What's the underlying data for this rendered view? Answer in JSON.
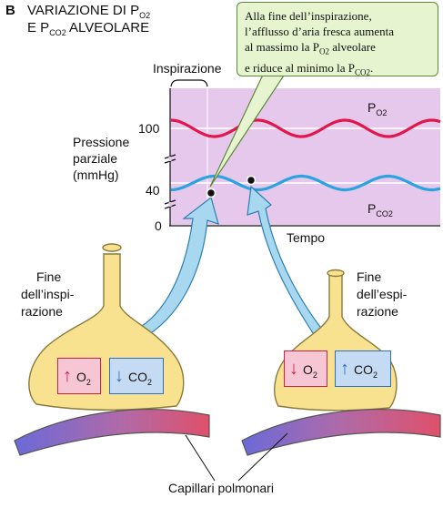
{
  "header": {
    "letter": "B",
    "line1": "VARIAZIONE DI P",
    "line1_sub": "O2",
    "line2": "E P",
    "line2_sub": "CO2",
    "line2_rest": " ALVEOLARE"
  },
  "callout": {
    "l1": "Alla fine dell’inspirazione,",
    "l2": "l’afflusso d’aria fresca aumenta",
    "l3a": "al massimo la P",
    "l3sub": "O2",
    "l3b": " alveolare",
    "l4a": "e riduce al minimo la P",
    "l4sub": "CO2",
    "l4b": "."
  },
  "chart": {
    "inspirazione": "Inspirazione",
    "ylabel": [
      "Pressione",
      "parziale",
      "(mmHg)"
    ],
    "yticks": [
      "100",
      "40",
      "0"
    ],
    "xlabel": "Tempo",
    "po2": "P",
    "po2_sub": "O2",
    "pco2": "P",
    "pco2_sub": "CO2"
  },
  "chart_data": {
    "type": "line",
    "xlabel": "Tempo",
    "ylabel": "Pressione parziale (mmHg)",
    "yticks": [
      0,
      40,
      100
    ],
    "series": [
      {
        "name": "PO2",
        "color": "#e0174a",
        "mean": 100,
        "amplitude": 5
      },
      {
        "name": "PCO2",
        "color": "#2aa3e0",
        "mean": 40,
        "amplitude": 3
      }
    ]
  },
  "left_lung": {
    "label": [
      "Fine",
      "dell’inspi-",
      "razione"
    ],
    "o2": "O",
    "o2_sub": "2",
    "co2": "CO",
    "co2_sub": "2",
    "o2_arrow": "up",
    "co2_arrow": "down"
  },
  "right_lung": {
    "label": [
      "Fine",
      "dell’espi-",
      "razione"
    ],
    "o2": "O",
    "o2_sub": "2",
    "co2": "CO",
    "co2_sub": "2",
    "o2_arrow": "down",
    "co2_arrow": "up"
  },
  "capillari": "Capillari polmonari",
  "colors": {
    "chart_bg": "#e6c8ec",
    "lung": "#f8e28f",
    "o2_line": "#e0174a",
    "co2_line": "#2aa3e0",
    "arrow": "#a8d8f0"
  }
}
